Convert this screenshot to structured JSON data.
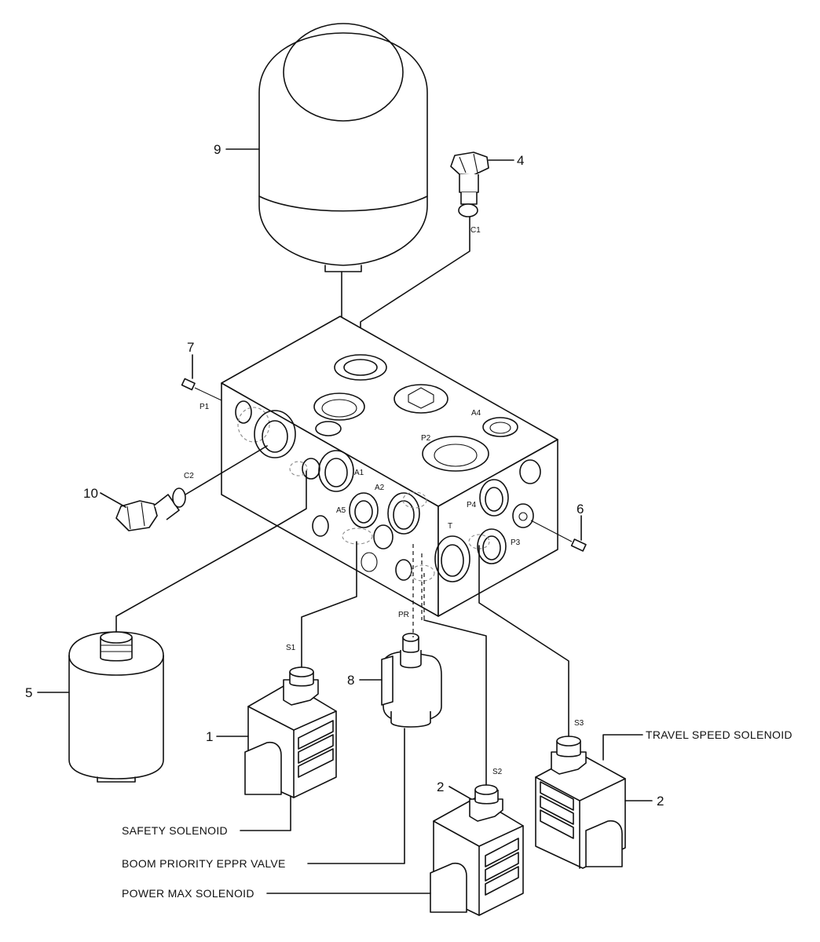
{
  "callouts": {
    "item_1": "1",
    "item_2a": "2",
    "item_2b": "2",
    "item_4": "4",
    "item_5": "5",
    "item_6": "6",
    "item_7": "7",
    "item_8": "8",
    "item_9": "9",
    "item_10": "10"
  },
  "ports": {
    "C1": "C1",
    "C2": "C2",
    "P1": "P1",
    "P2": "P2",
    "P3": "P3",
    "P4": "P4",
    "A1": "A1",
    "A2": "A2",
    "A4": "A4",
    "A5": "A5",
    "T": "T",
    "PR": "PR",
    "S1": "S1",
    "S2": "S2",
    "S3": "S3"
  },
  "labels": {
    "safety_solenoid": "SAFETY SOLENOID",
    "boom_priority": "BOOM PRIORITY EPPR VALVE",
    "power_max": "POWER MAX SOLENOID",
    "travel_speed": "TRAVEL SPEED SOLENOID"
  }
}
